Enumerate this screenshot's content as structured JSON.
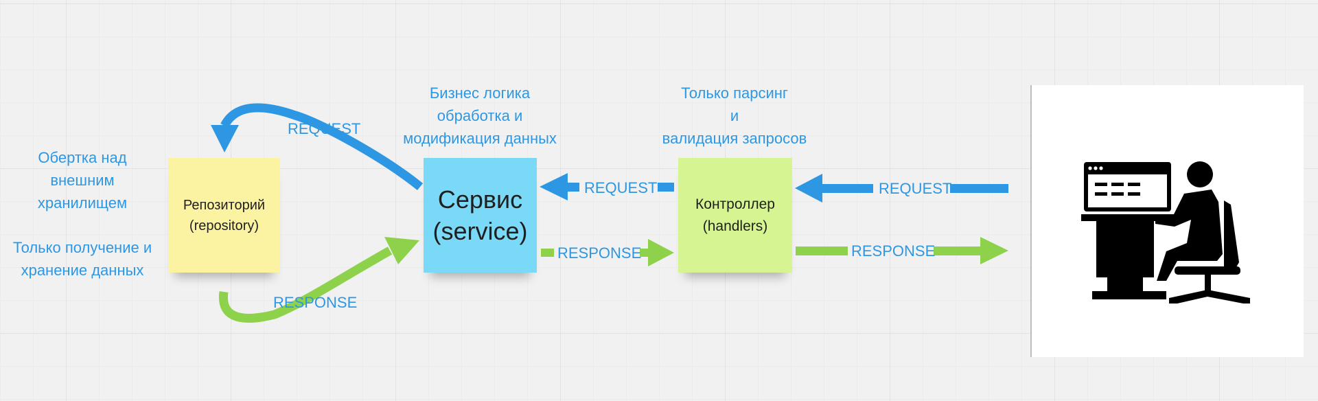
{
  "colors": {
    "background": "#f1f1f1",
    "request_arrow": "#2d97e3",
    "response_arrow": "#8dd24a",
    "note_text": "#2d97e3",
    "sticky_repository": "#fbf3a2",
    "sticky_service": "#79d9f7",
    "sticky_controller": "#d6f592"
  },
  "stickies": {
    "repository": "Репозиторий\n(repository)",
    "service": "Сервис\n(service)",
    "controller": "Контроллер\n(handlers)"
  },
  "notes": {
    "repository_top": "Обертка над\nвнешним\nхранилищем",
    "repository_bottom": "Только получение и\nхранение данных",
    "service": "Бизнес логика\nобработка и\nмодификация данных",
    "controller": "Только парсинг\nи\nвалидация запросов"
  },
  "arrows": {
    "service_to_repo_request": "REQUEST",
    "repo_to_service_response": "RESPONSE",
    "controller_to_service_request": "REQUEST",
    "service_to_controller_response": "RESPONSE",
    "user_to_controller_request": "REQUEST",
    "controller_to_user_response": "RESPONSE"
  },
  "icons": {
    "user": "user-at-computer-icon"
  }
}
